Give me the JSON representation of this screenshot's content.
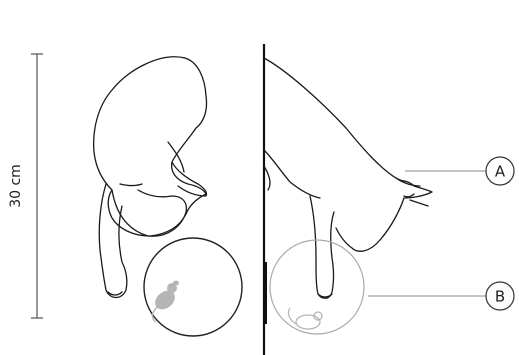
{
  "scale": {
    "label": "30 cm"
  },
  "callouts": [
    {
      "letter": "A"
    },
    {
      "letter": "B"
    }
  ],
  "colors": {
    "line": "#1a1a1a",
    "divider": "#111111",
    "leader": "#888888",
    "mouse": "#b5b5b5",
    "glass": "#222222"
  }
}
